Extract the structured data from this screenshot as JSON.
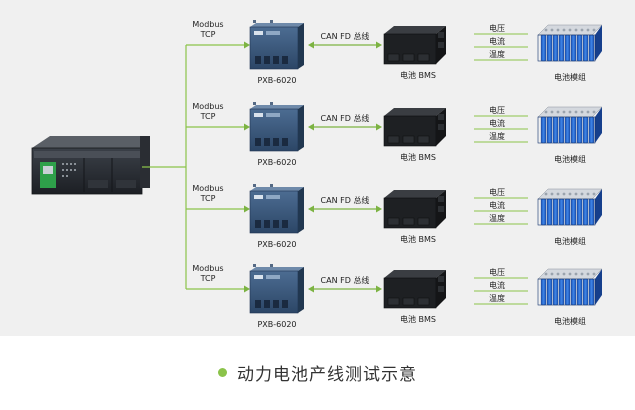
{
  "diagram": {
    "protocol_line1": "Modbus",
    "protocol_line2": "TCP",
    "gateway_label": "PXB-6020",
    "bus_label": "CAN FD 总线",
    "bms_label": "电池 BMS",
    "signals": [
      "电压",
      "电流",
      "温度"
    ],
    "module_label": "电池模组",
    "row_count": 4
  },
  "caption": {
    "text": "动力电池产线测试示意"
  },
  "colors": {
    "line_green": "#8bc34a",
    "arrow_green": "#7cb342",
    "dot_green": "#8bc34a",
    "panel_bg": "#f0f0f0",
    "gateway_blue": "#3a5a7e",
    "battery_blue": "#1f5fc8"
  },
  "icons": {
    "controller": "plc-controller-icon",
    "gateway": "pxb-gateway-device-icon",
    "bms": "battery-bms-icon",
    "module": "battery-module-icon"
  }
}
